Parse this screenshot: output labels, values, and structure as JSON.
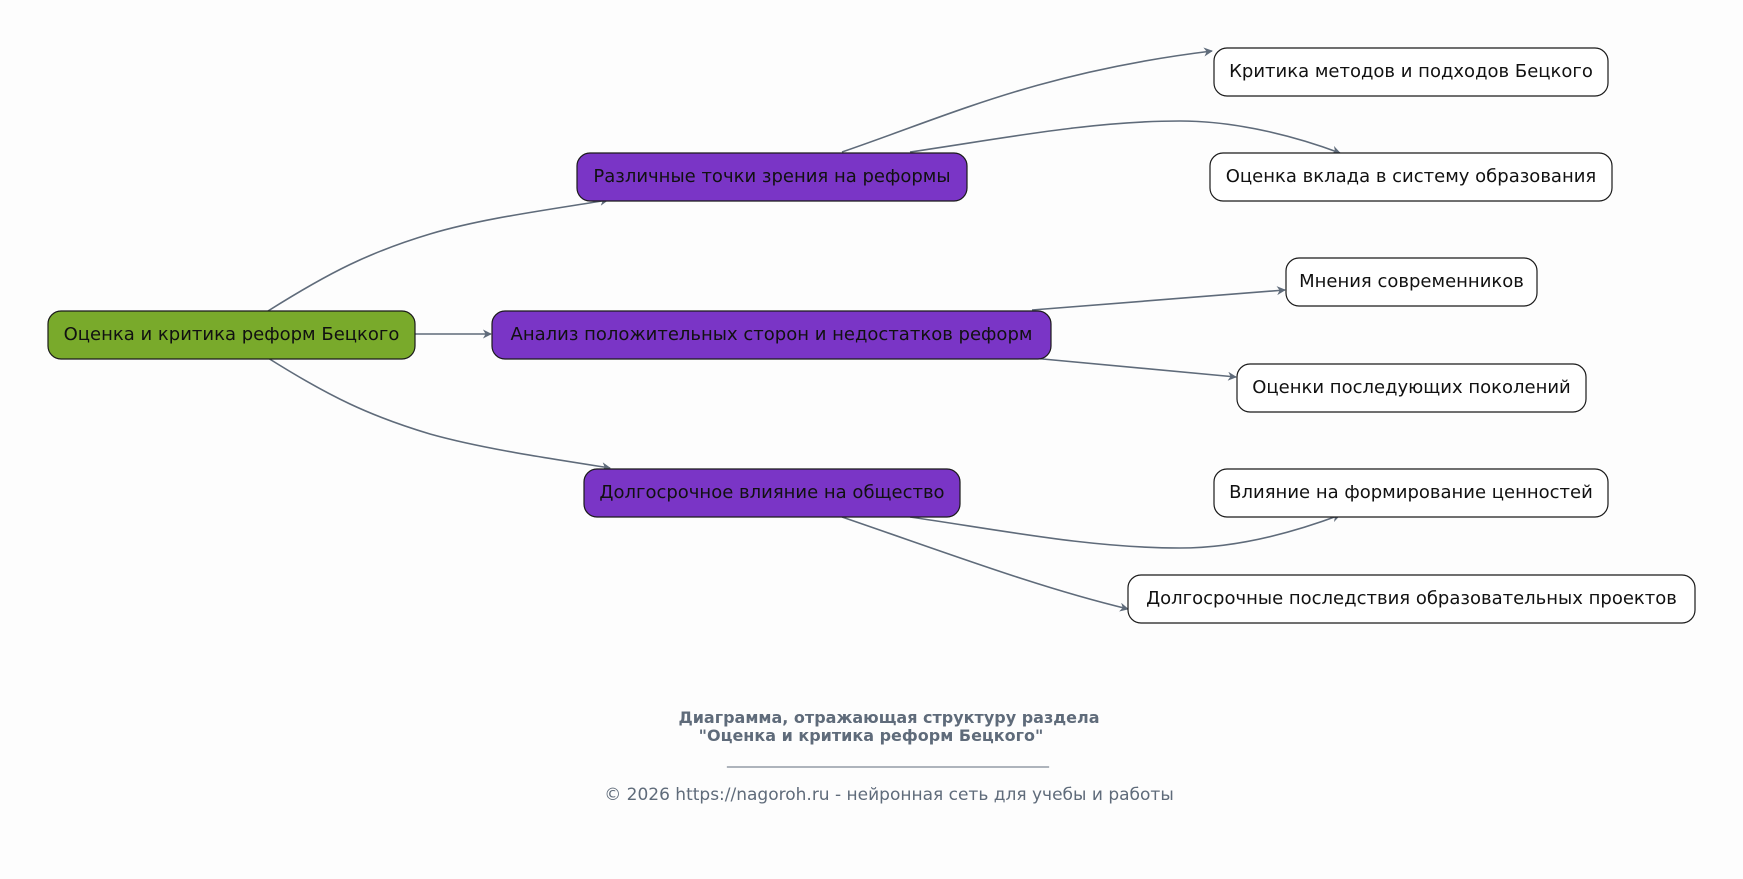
{
  "diagram": {
    "colors": {
      "root_fill": "#79aa2b",
      "branch_fill": "#7a35c6",
      "leaf_fill": "#ffffff",
      "edge": "#5f6b7a",
      "caption": "#5f6b7a"
    },
    "root": {
      "label": "Оценка и критика реформ Бецкого"
    },
    "branches": [
      {
        "label": "Различные точки зрения на реформы",
        "leaves": [
          {
            "label": "Критика методов и подходов Бецкого"
          },
          {
            "label": "Оценка вклада в систему образования"
          }
        ]
      },
      {
        "label": "Анализ положительных сторон и недостатков реформ",
        "leaves": [
          {
            "label": "Мнения современников"
          },
          {
            "label": "Оценки последующих поколений"
          }
        ]
      },
      {
        "label": "Долгосрочное влияние на общество",
        "leaves": [
          {
            "label": "Влияние на формирование ценностей"
          },
          {
            "label": "Долгосрочные последствия образовательных проектов"
          }
        ]
      }
    ]
  },
  "caption": {
    "line1": "Диаграмма, отражающая структуру раздела",
    "line2": "\"Оценка и критика реформ Бецкого\"",
    "divider": "______________________________________________"
  },
  "footer": {
    "text": "© 2026 https://nagoroh.ru - нейронная сеть для учебы и работы"
  }
}
